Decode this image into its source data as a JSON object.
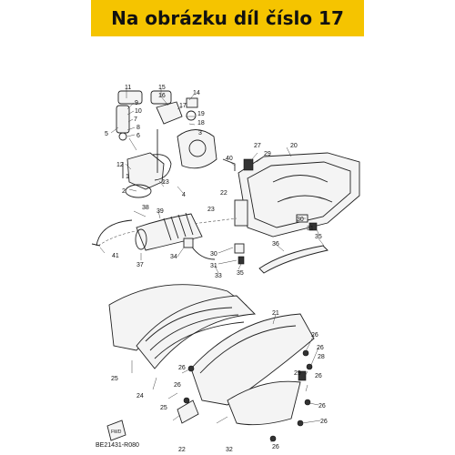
{
  "banner": {
    "text": "Na obrázku díl číslo 17"
  },
  "callouts": [
    {
      "id": "c11",
      "text": "11"
    },
    {
      "id": "c9",
      "text": "9"
    },
    {
      "id": "c10",
      "text": "10"
    },
    {
      "id": "c7",
      "text": "7"
    },
    {
      "id": "c8",
      "text": "8"
    },
    {
      "id": "c6",
      "text": "6"
    },
    {
      "id": "c5",
      "text": "5"
    },
    {
      "id": "c15",
      "text": "15"
    },
    {
      "id": "c16",
      "text": "16"
    },
    {
      "id": "c14",
      "text": "14"
    },
    {
      "id": "c17",
      "text": "17"
    },
    {
      "id": "c19",
      "text": "19"
    },
    {
      "id": "c18",
      "text": "18"
    },
    {
      "id": "c3",
      "text": "3"
    },
    {
      "id": "c12",
      "text": "12"
    },
    {
      "id": "c1",
      "text": "1"
    },
    {
      "id": "c2",
      "text": "2"
    },
    {
      "id": "c4",
      "text": "4"
    },
    {
      "id": "c13",
      "text": "13"
    },
    {
      "id": "c40",
      "text": "40"
    },
    {
      "id": "c27",
      "text": "27"
    },
    {
      "id": "c29a",
      "text": "29"
    },
    {
      "id": "c20",
      "text": "20"
    },
    {
      "id": "c38",
      "text": "38"
    },
    {
      "id": "c39",
      "text": "39"
    },
    {
      "id": "c22a",
      "text": "22"
    },
    {
      "id": "c23",
      "text": "23"
    },
    {
      "id": "c30a",
      "text": "30"
    },
    {
      "id": "c31a",
      "text": "31"
    },
    {
      "id": "c35a",
      "text": "35"
    },
    {
      "id": "c41",
      "text": "41"
    },
    {
      "id": "c37",
      "text": "37"
    },
    {
      "id": "c34",
      "text": "34"
    },
    {
      "id": "c30b",
      "text": "30"
    },
    {
      "id": "c31b",
      "text": "31"
    },
    {
      "id": "c36",
      "text": "36"
    },
    {
      "id": "c35b",
      "text": "35"
    },
    {
      "id": "c33",
      "text": "33"
    },
    {
      "id": "c21",
      "text": "21"
    },
    {
      "id": "c26a",
      "text": "26"
    },
    {
      "id": "c26b",
      "text": "26"
    },
    {
      "id": "c28",
      "text": "28"
    },
    {
      "id": "c29b",
      "text": "29"
    },
    {
      "id": "c26c",
      "text": "26"
    },
    {
      "id": "c26d",
      "text": "26"
    },
    {
      "id": "c26e",
      "text": "26"
    },
    {
      "id": "c25a",
      "text": "25"
    },
    {
      "id": "c24",
      "text": "24"
    },
    {
      "id": "c25b",
      "text": "25"
    },
    {
      "id": "c26f",
      "text": "26"
    },
    {
      "id": "c26g",
      "text": "26"
    },
    {
      "id": "c22b",
      "text": "22"
    },
    {
      "id": "c32",
      "text": "32"
    },
    {
      "id": "c26h",
      "text": "26"
    }
  ],
  "fwd_label": "FWD",
  "diagram_code": "BE21431-R080"
}
